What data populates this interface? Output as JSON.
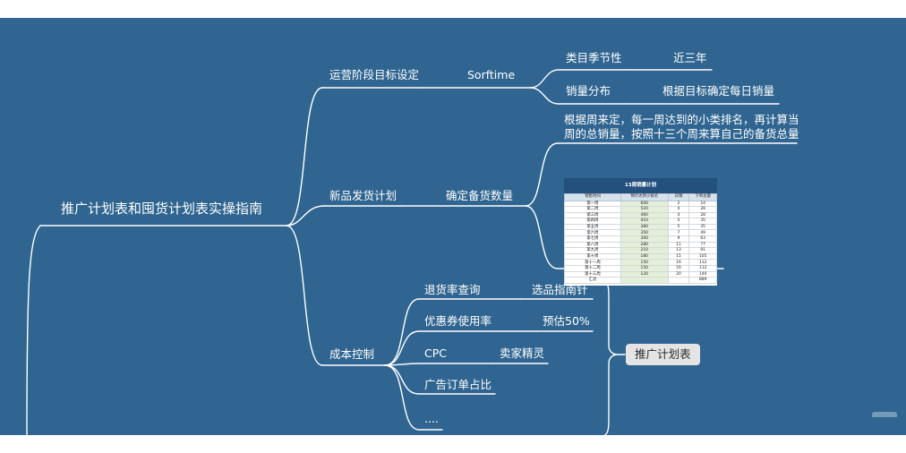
{
  "root": "推广计划表和囤货计划表实操指南",
  "branch1": {
    "label": "运营阶段目标设定",
    "child": "Sorftime",
    "items": [
      {
        "label": "类目季节性",
        "value": "近三年"
      },
      {
        "label": "销量分布",
        "value": "根据目标确定每日销量"
      }
    ]
  },
  "branch2": {
    "label": "新品发货计划",
    "child": "确定备货数量",
    "note_line1": "根据周来定，每一周达到的小类排名，再计算当",
    "note_line2": "周的总销量，按照十三个周来算自己的备货总量"
  },
  "branch3": {
    "label": "成本控制",
    "items": [
      {
        "label": "退货率查询",
        "value": "选品指南针"
      },
      {
        "label": "优惠券使用率",
        "value": "预估50%"
      },
      {
        "label": "CPC",
        "value": "卖家精灵"
      },
      {
        "label": "广告订单占比",
        "value": ""
      },
      {
        "label": "....",
        "value": ""
      }
    ],
    "summary": "推广计划表"
  },
  "table": {
    "title": "13周销量计划",
    "headers": [
      "销售时间",
      "预计达到小排名",
      "日销",
      "下单总量"
    ],
    "rows": [
      [
        "第一周",
        "600",
        "2",
        "14"
      ],
      [
        "第二周",
        "520",
        "4",
        "28"
      ],
      [
        "第三周",
        "460",
        "4",
        "28"
      ],
      [
        "第四周",
        "410",
        "5",
        "35"
      ],
      [
        "第五周",
        "380",
        "5",
        "35"
      ],
      [
        "第六周",
        "350",
        "7",
        "49"
      ],
      [
        "第七周",
        "300",
        "9",
        "63"
      ],
      [
        "第八周",
        "280",
        "11",
        "77"
      ],
      [
        "第九周",
        "210",
        "13",
        "91"
      ],
      [
        "第十周",
        "180",
        "15",
        "105"
      ],
      [
        "第十一周",
        "150",
        "16",
        "112"
      ],
      [
        "第十二周",
        "150",
        "16",
        "112"
      ],
      [
        "第十三周",
        "120",
        "20",
        "140"
      ],
      [
        "汇总",
        "",
        "",
        "889"
      ]
    ]
  },
  "colors": {
    "background": "#2f6590",
    "line": "#ffffff",
    "pill": "#e4e4e4"
  }
}
